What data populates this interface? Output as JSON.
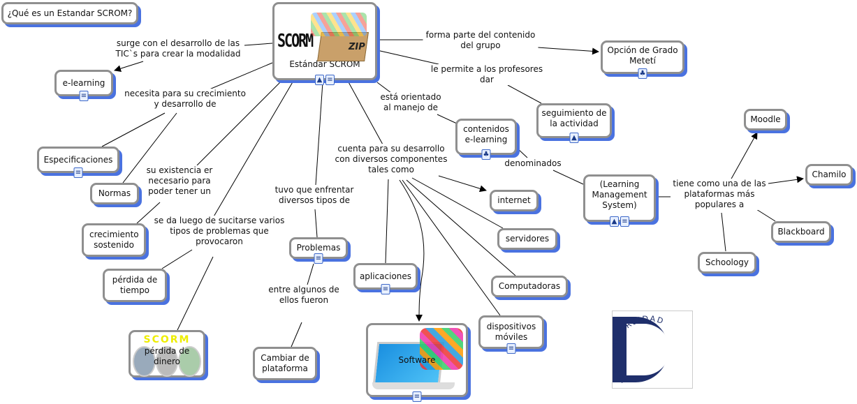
{
  "title_node": "¿Qué es un Estandar SCROM?",
  "nodes": {
    "scorm": "Estándar SCROM",
    "scorm_logo_text": "SCORM",
    "scorm_zip": "ZIP",
    "elearning": "e-learning",
    "especificaciones": "Especificaciones",
    "normas": "Normas",
    "crecimiento": "crecimiento sostenido",
    "perdida_tiempo": "pérdida de tiempo",
    "perdida_dinero": "pérdida de dinero",
    "perdida_dinero_logo": "SCORM",
    "problemas": "Problemas",
    "cambiar": "Cambiar de plataforma",
    "aplicaciones": "aplicaciones",
    "software": "Software",
    "contenidos": "contenidos e-learning",
    "internet": "internet",
    "servidores": "servidores",
    "computadoras": "Computadoras",
    "dispositivos": "dispositivos móviles",
    "seguimiento": "seguimiento de la actividad",
    "opcion": "Opción de Grado Metetí",
    "lms": "(Learning Management System)",
    "moodle": "Moodle",
    "chamilo": "Chamilo",
    "blackboard": "Blackboard",
    "schoology": "Schoology",
    "isae_logo": "ISAE UNIVERSIDAD"
  },
  "linking_phrases": {
    "surge": "surge con el desarrollo de las TIC`s para crear la modalidad",
    "forma": "forma parte del contenido del grupo",
    "permite": "le permite a los profesores dar",
    "necesita": "necesita para su crecimiento y desarrollo de",
    "orientado": "está orientado al manejo de",
    "cuenta": "cuenta para su desarrollo con diversos componentes tales como",
    "denominados": "denominados",
    "existencia": "su existencia er necesario para poder tener un",
    "tuvo": "tuvo que enfrentar diversos tipos de",
    "seda": "se da luego de sucitarse varios tipos de problemas que provocaron",
    "tiene": "tiene como una de las plataformas más populares a",
    "entre": "entre algunos de ellos fueron"
  },
  "icons": {
    "note": "note-icon",
    "image": "image-icon",
    "cmap": "concept-map-icon"
  },
  "colors": {
    "node_border": "#8f8f8f",
    "node_shadow": "#4a72e0",
    "line": "#000000"
  }
}
